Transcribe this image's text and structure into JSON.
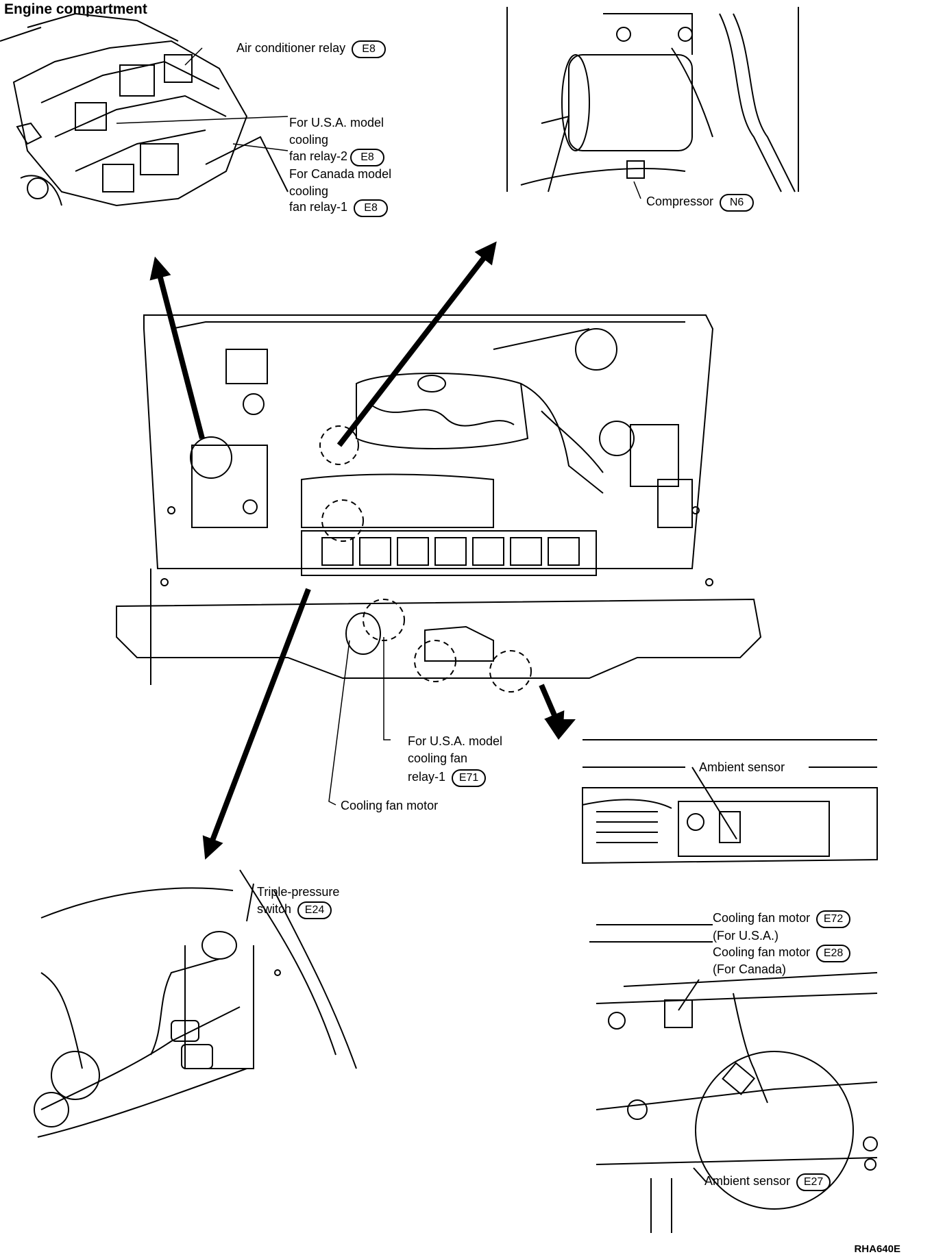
{
  "title": "Engine compartment",
  "figure_id": "RHA640E",
  "labels": {
    "ac_relay": {
      "text": "Air conditioner relay",
      "code": "E8"
    },
    "usa_fan_relay2_line1": "For U.S.A. model",
    "usa_fan_relay2_line2": "cooling",
    "usa_fan_relay2_line3": {
      "text": "fan relay-2",
      "code": "E8"
    },
    "canada_fan_relay1_line1": "For Canada model",
    "canada_fan_relay1_line2": "cooling",
    "canada_fan_relay1_line3": {
      "text": "fan relay-1",
      "code": "E8"
    },
    "compressor": {
      "text": "Compressor",
      "code": "N6"
    },
    "usa_fan_relay1_line1": "For U.S.A. model",
    "usa_fan_relay1_line2": "cooling fan",
    "usa_fan_relay1_line3": {
      "text": "relay-1",
      "code": "E71"
    },
    "cooling_fan_motor": "Cooling fan motor",
    "ambient_sensor_top": "Ambient sensor",
    "triple_pressure_line1": "Triple-pressure",
    "triple_pressure_line2": {
      "text": "switch",
      "code": "E24"
    },
    "fan_motor_usa": {
      "text": "Cooling fan motor",
      "code": "E72"
    },
    "fan_motor_usa_note": "(For U.S.A.)",
    "fan_motor_canada": {
      "text": "Cooling fan motor",
      "code": "E28"
    },
    "fan_motor_canada_note": "(For Canada)",
    "ambient_sensor_bottom": {
      "text": "Ambient sensor",
      "code": "E27"
    }
  }
}
